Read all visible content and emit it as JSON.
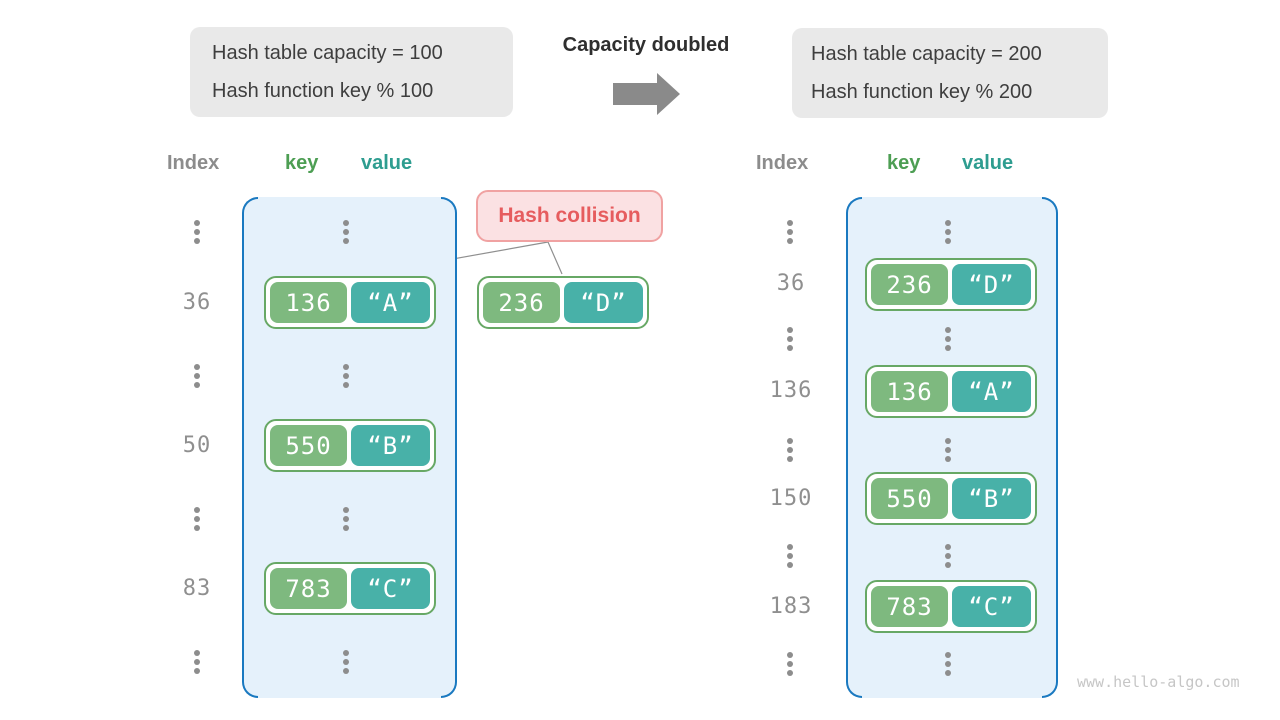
{
  "diagram": {
    "transition_label": "Capacity doubled",
    "collision_label": "Hash collision",
    "watermark": "www.hello-algo.com"
  },
  "before": {
    "info_line1": "Hash table capacity = 100",
    "info_line2": "Hash function key % 100",
    "headers": {
      "index": "Index",
      "key": "key",
      "value": "value"
    },
    "rows": [
      {
        "index": "36",
        "key": "136",
        "value": "“A”"
      },
      {
        "index": "50",
        "key": "550",
        "value": "“B”"
      },
      {
        "index": "83",
        "key": "783",
        "value": "“C”"
      }
    ],
    "collision_pair": {
      "key": "236",
      "value": "“D”"
    }
  },
  "after": {
    "info_line1": "Hash table capacity = 200",
    "info_line2": "Hash function key % 200",
    "headers": {
      "index": "Index",
      "key": "key",
      "value": "value"
    },
    "rows": [
      {
        "index": "36",
        "key": "236",
        "value": "“D”"
      },
      {
        "index": "136",
        "key": "136",
        "value": "“A”"
      },
      {
        "index": "150",
        "key": "550",
        "value": "“B”"
      },
      {
        "index": "183",
        "key": "783",
        "value": "“C”"
      }
    ]
  },
  "colors": {
    "table_border": "#1a79c0",
    "table_fill": "#e5f1fb",
    "key_fill": "#7eb97f",
    "value_fill": "#48b1a8",
    "pair_border": "#67a865",
    "header_key": "#4d9e53",
    "header_value": "#2e9d90",
    "collision_text": "#e65c5e",
    "collision_fill": "#fbe1e3",
    "collision_border": "#f0a2a2",
    "muted_gray": "#8c8c8c",
    "info_fill": "#e9e9e9"
  }
}
